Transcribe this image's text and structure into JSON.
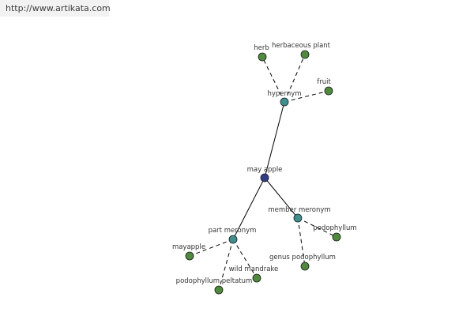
{
  "url": "http://www.artikata.com",
  "colors": {
    "root": "#2f3e86",
    "relation": "#3f8f8f",
    "leaf": "#4f8a3d"
  },
  "nodes": [
    {
      "id": "may-apple",
      "label": "may apple",
      "kind": "root"
    },
    {
      "id": "hypernym",
      "label": "hypernym",
      "kind": "relation"
    },
    {
      "id": "herb",
      "label": "herb",
      "kind": "leaf"
    },
    {
      "id": "herbaceous-plant",
      "label": "herbaceous plant",
      "kind": "leaf"
    },
    {
      "id": "fruit",
      "label": "fruit",
      "kind": "leaf"
    },
    {
      "id": "member-meronym",
      "label": "member meronym",
      "kind": "relation"
    },
    {
      "id": "podophyllum",
      "label": "podophyllum",
      "kind": "leaf"
    },
    {
      "id": "genus-podophyllum",
      "label": "genus podophyllum",
      "kind": "leaf"
    },
    {
      "id": "part-meronym",
      "label": "part meronym",
      "kind": "relation"
    },
    {
      "id": "mayapple",
      "label": "mayapple",
      "kind": "leaf"
    },
    {
      "id": "wild-mandrake",
      "label": "wild mandrake",
      "kind": "leaf"
    },
    {
      "id": "podophyllum-peltatum",
      "label": "podophyllum peltatum",
      "kind": "leaf"
    }
  ],
  "edges": [
    {
      "from": "may-apple",
      "to": "hypernym",
      "style": "solid"
    },
    {
      "from": "may-apple",
      "to": "member-meronym",
      "style": "solid"
    },
    {
      "from": "may-apple",
      "to": "part-meronym",
      "style": "solid"
    },
    {
      "from": "hypernym",
      "to": "herb",
      "style": "dashed"
    },
    {
      "from": "hypernym",
      "to": "herbaceous-plant",
      "style": "dashed"
    },
    {
      "from": "hypernym",
      "to": "fruit",
      "style": "dashed"
    },
    {
      "from": "member-meronym",
      "to": "podophyllum",
      "style": "dashed"
    },
    {
      "from": "member-meronym",
      "to": "genus-podophyllum",
      "style": "dashed"
    },
    {
      "from": "part-meronym",
      "to": "mayapple",
      "style": "dashed"
    },
    {
      "from": "part-meronym",
      "to": "wild-mandrake",
      "style": "dashed"
    },
    {
      "from": "part-meronym",
      "to": "podophyllum-peltatum",
      "style": "dashed"
    }
  ]
}
